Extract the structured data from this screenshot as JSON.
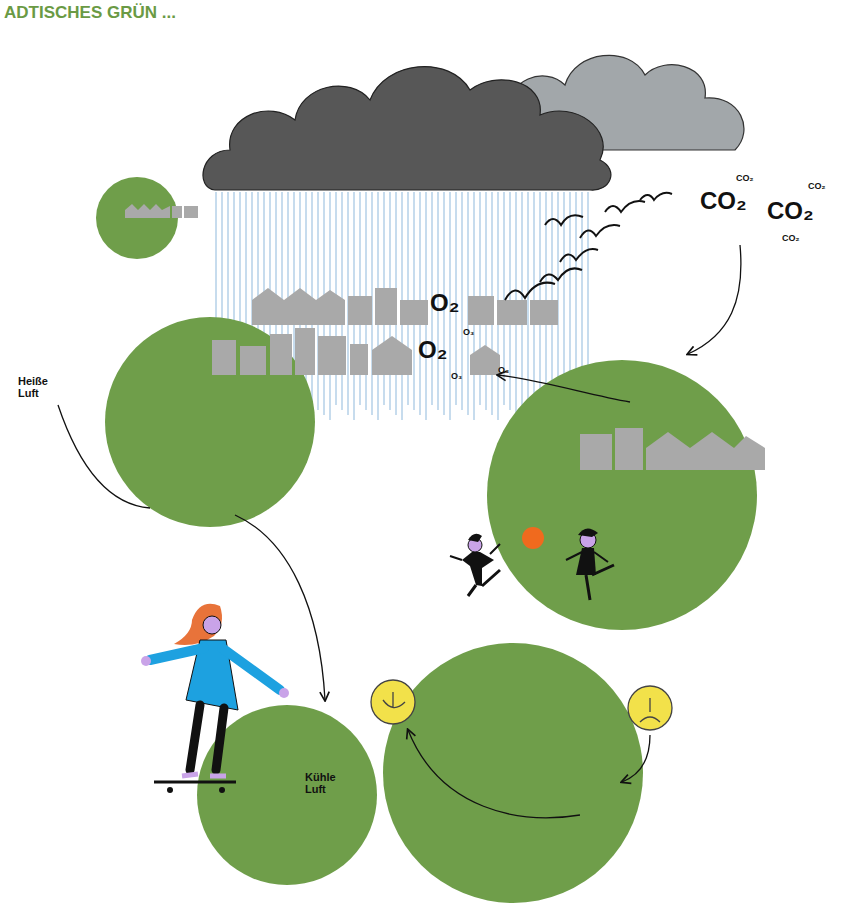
{
  "diagram": {
    "title": "ADTISCHES GRÜN ...",
    "labels": [
      "Heiße Luft",
      "Kühle Luft",
      "O₂",
      "O₂",
      "O₃",
      "O₃",
      "O₃",
      "CO₂",
      "CO₂",
      "CO₂",
      "CO₂",
      "CO₂"
    ]
  }
}
